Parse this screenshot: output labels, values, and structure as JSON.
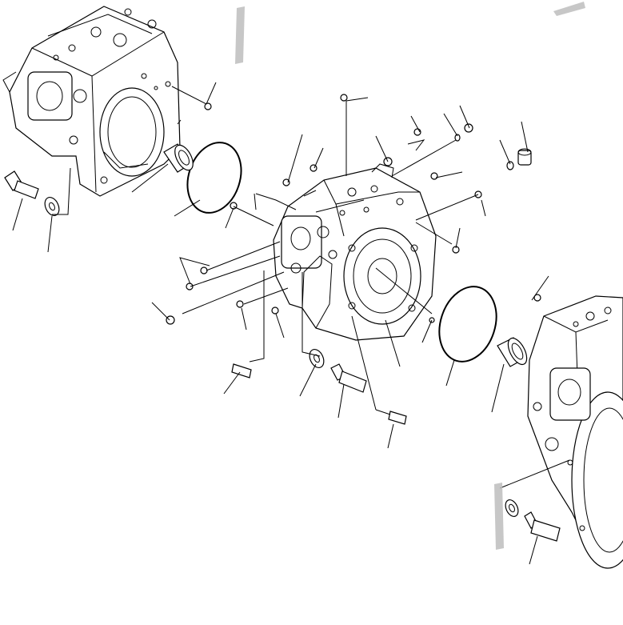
{
  "diagram": {
    "type": "exploded-parts-drawing",
    "line_color": "#000000",
    "background_color": "#ffffff",
    "components": [
      "pump-housing-left",
      "valve-body-center",
      "pump-housing-right",
      "o-ring",
      "bearing",
      "bolt",
      "washer",
      "plug",
      "dowel-pin",
      "elbow-fitting"
    ]
  }
}
